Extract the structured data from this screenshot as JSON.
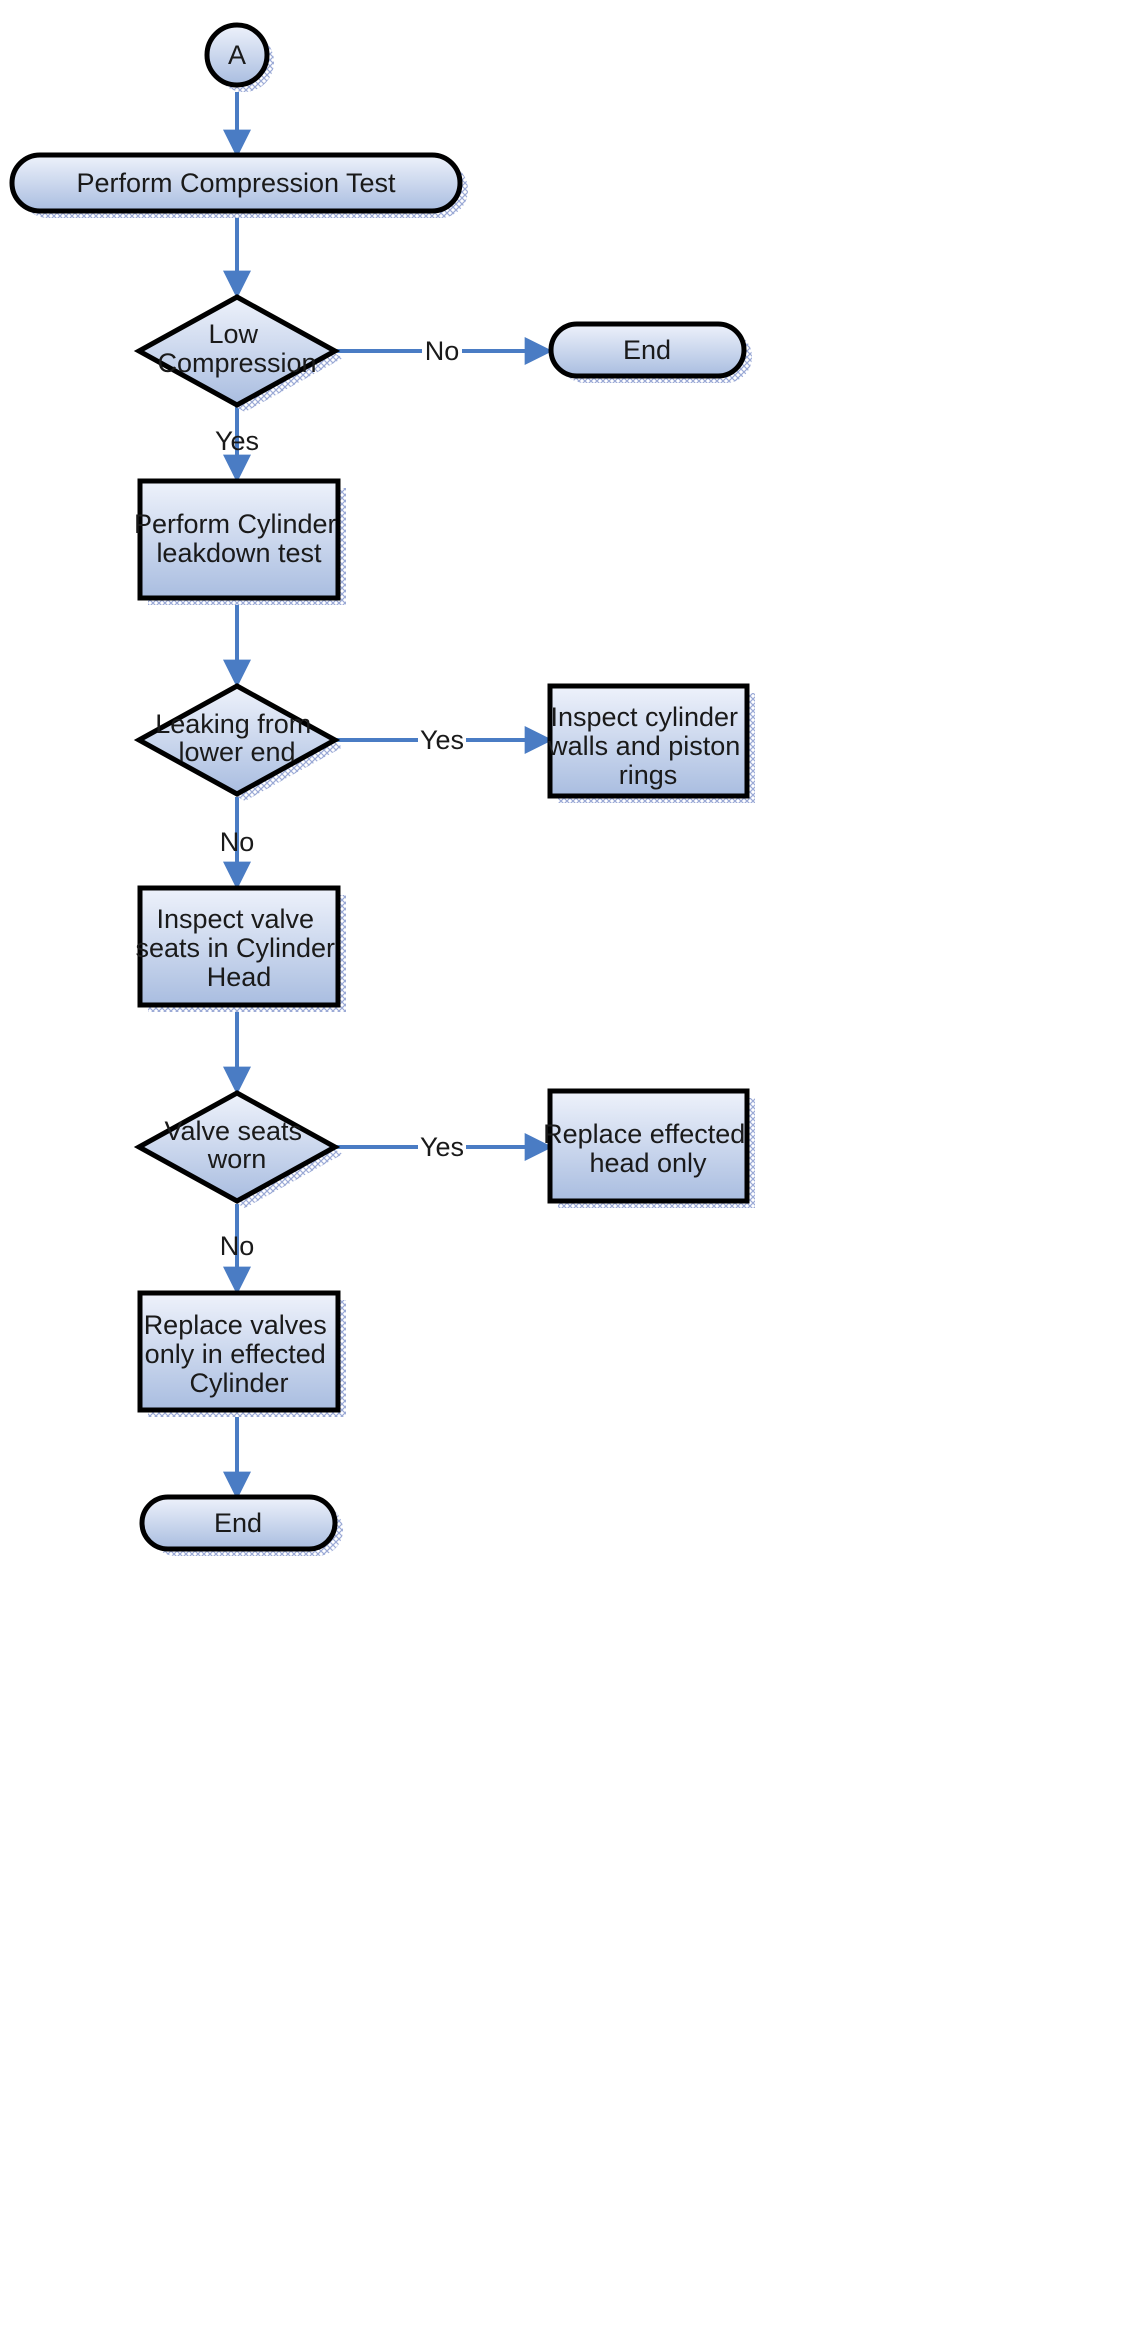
{
  "colors": {
    "node_fill_light": "#eef2fb",
    "node_fill_dark": "#a9bde0",
    "connector": "#4a7cc4",
    "border": "#000000",
    "shadow_hatch": "#9aa9d6"
  },
  "nodes": {
    "start_connector": {
      "shape": "circle",
      "label": "A"
    },
    "compression_test": {
      "shape": "terminal",
      "label": "Perform Compression Test"
    },
    "low_compression": {
      "shape": "decision",
      "lines": [
        "Low",
        "Compression"
      ]
    },
    "end_top": {
      "shape": "terminal",
      "label": "End"
    },
    "leakdown_test": {
      "shape": "process",
      "lines": [
        "Perform Cylinder",
        "leakdown test"
      ]
    },
    "leaking_lower_end": {
      "shape": "decision",
      "lines": [
        "Leaking from",
        "lower end"
      ]
    },
    "inspect_walls_rings": {
      "shape": "process",
      "lines": [
        "Inspect cylinder",
        "walls and piston",
        "rings"
      ]
    },
    "inspect_valve_seats": {
      "shape": "process",
      "lines": [
        "Inspect valve",
        "seats in Cylinder",
        "Head"
      ]
    },
    "valve_seats_worn": {
      "shape": "decision",
      "lines": [
        "Valve seats",
        "worn"
      ]
    },
    "replace_head": {
      "shape": "process",
      "lines": [
        "Replace effected",
        "head only"
      ]
    },
    "replace_valves": {
      "shape": "process",
      "lines": [
        "Replace valves",
        "only in effected",
        "Cylinder"
      ]
    },
    "end_bottom": {
      "shape": "terminal",
      "label": "End"
    }
  },
  "edges": {
    "low_compression_no": "No",
    "low_compression_yes": "Yes",
    "leaking_yes": "Yes",
    "leaking_no": "No",
    "valve_seats_yes": "Yes",
    "valve_seats_no": "No"
  }
}
